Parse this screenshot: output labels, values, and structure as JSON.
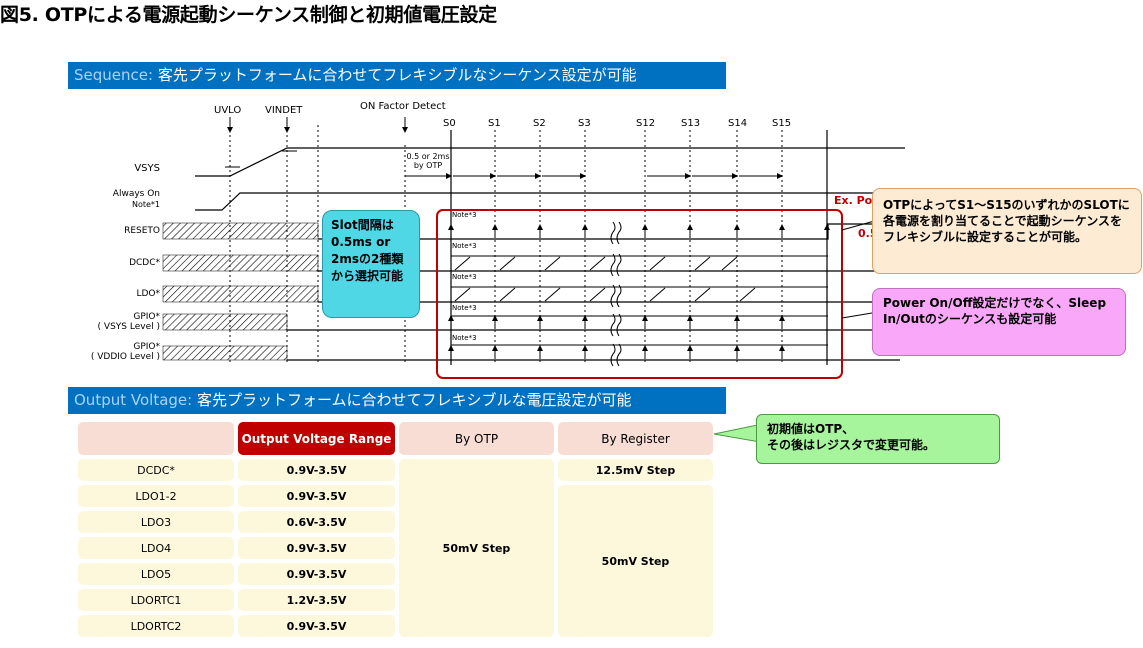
{
  "figure_title": "図5. OTPによる電源起動シーケンス制御と初期値電圧設定",
  "sequence_banner": {
    "en": "Sequence:",
    "jp": "客先プラットフォームに合わせてフレキシブルなシーケンス設定が可能"
  },
  "output_banner": {
    "en": "Output Voltage:",
    "jp": "客先プラットフォームに合わせてフレキシブルな電圧設定が可能"
  },
  "timing": {
    "events": [
      "UVLO",
      "VINDET",
      "ON Factor Detect"
    ],
    "slots": [
      "S0",
      "S1",
      "S2",
      "S3",
      "S12",
      "S13",
      "S14",
      "S15"
    ],
    "signals": [
      {
        "name": "VSYS",
        "note": ""
      },
      {
        "name": "Always On",
        "note": "Note*1"
      },
      {
        "name": "RESETO",
        "note": ""
      },
      {
        "name": "DCDC*",
        "note": ""
      },
      {
        "name": "LDO*",
        "note": ""
      },
      {
        "name": "GPIO*",
        "note": "( VSYS Level )"
      },
      {
        "name": "GPIO*",
        "note": "( VDDIO Level )"
      }
    ],
    "interval_label": "0.5 or 2ms\nby OTP",
    "note3": "Note*3",
    "ex_label": "Ex. Po",
    "ex_value": "0.5"
  },
  "callouts": {
    "slot": "Slot間隔は0.5ms or 2msの2種類から選択可能",
    "otp": "OTPによってS1～S15のいずれかのSLOTに各電源を割り当てることで起動シーケンスをフレキシブルに設定することが可能。",
    "sleep": "Power On/Off設定だけでなく、Sleep In/Outのシーケンスも設定可能",
    "init": "初期値はOTP、\nその後はレジスタで変更可能。"
  },
  "table": {
    "headers": [
      "",
      "Output Voltage Range",
      "By OTP",
      "By Register"
    ],
    "rows": [
      {
        "name": "DCDC*",
        "range": "0.9V-3.5V"
      },
      {
        "name": "LDO1-2",
        "range": "0.9V-3.5V"
      },
      {
        "name": "LDO3",
        "range": "0.6V-3.5V"
      },
      {
        "name": "LDO4",
        "range": "0.9V-3.5V"
      },
      {
        "name": "LDO5",
        "range": "0.9V-3.5V"
      },
      {
        "name": "LDORTC1",
        "range": "1.2V-3.5V"
      },
      {
        "name": "LDORTC2",
        "range": "0.9V-3.5V"
      }
    ],
    "otp_step": "50mV Step",
    "reg_step_dcdc": "12.5mV Step",
    "reg_step_ldo": "50mV Step"
  }
}
